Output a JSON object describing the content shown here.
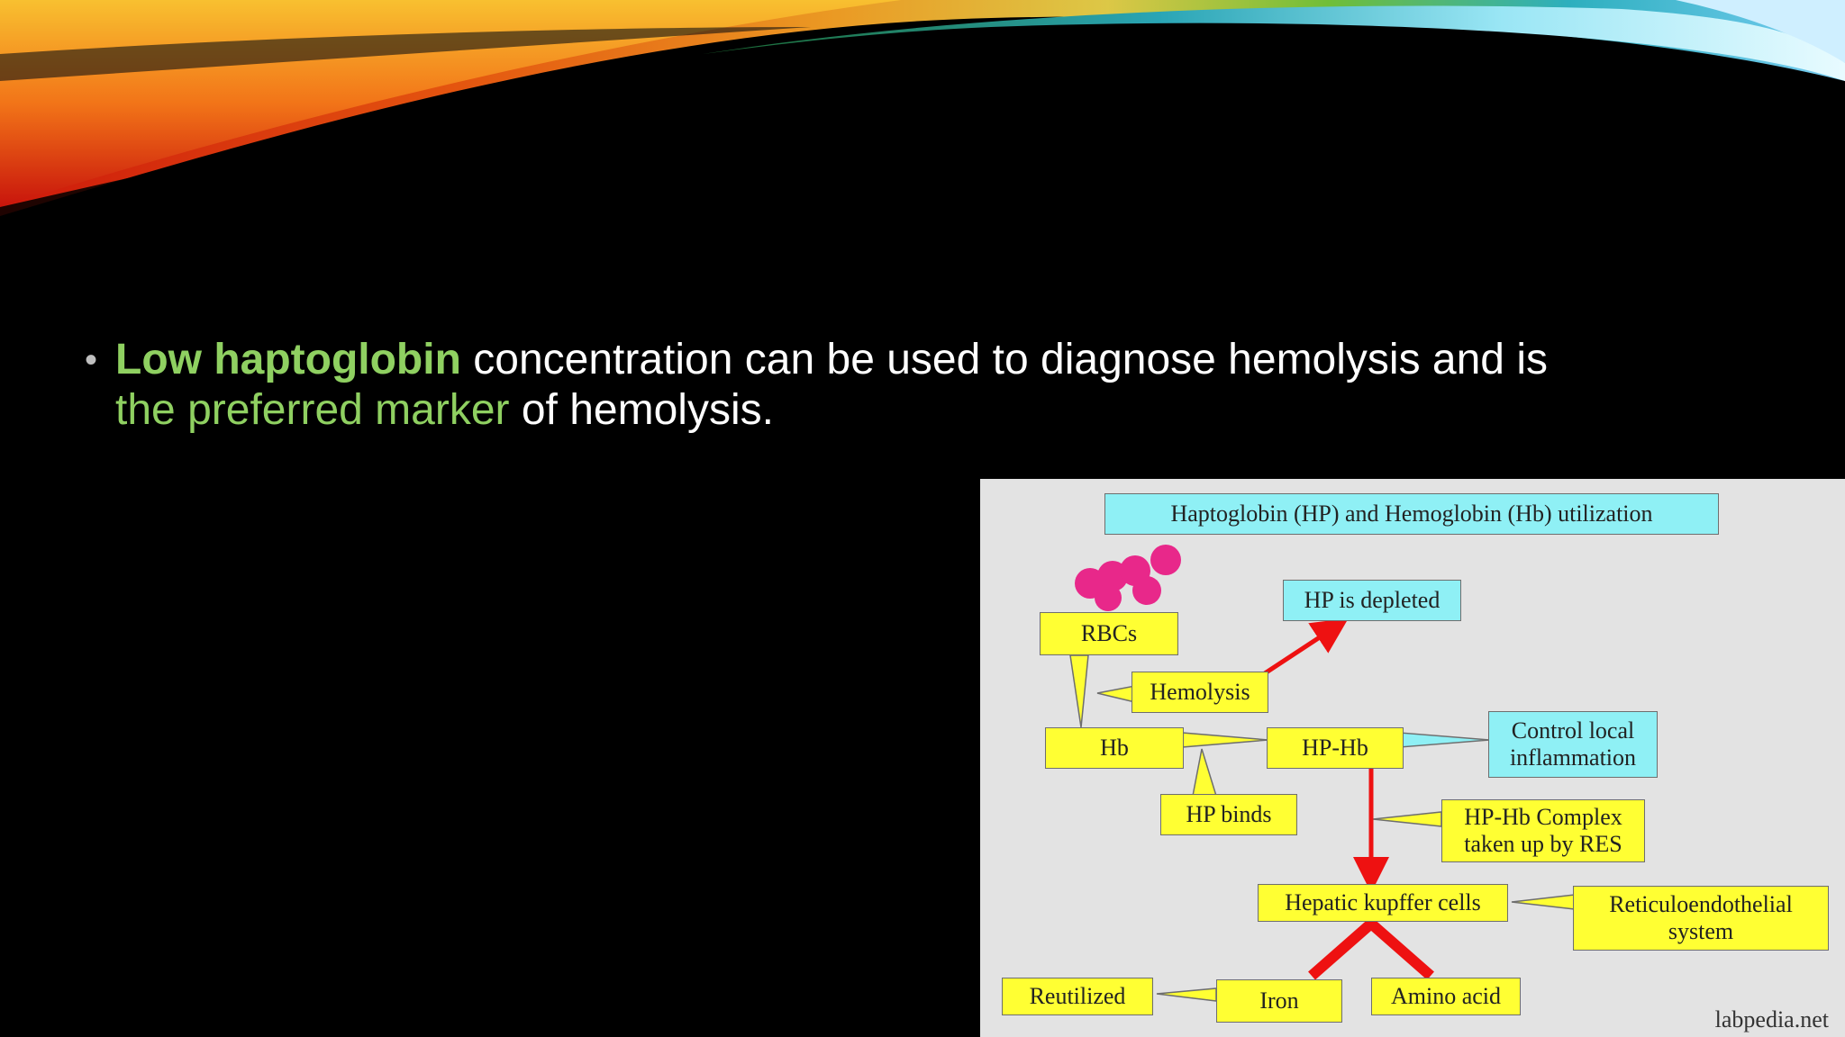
{
  "bullet": {
    "seg1": "Low haptoglobin",
    "seg2": " concentration can be used to diagnose hemolysis and is",
    "seg3": "the preferred marker",
    "seg4": " of hemolysis."
  },
  "diagram": {
    "title": "Haptoglobin (HP) and Hemoglobin (Hb) utilization",
    "rbcs": "RBCs",
    "hp_depleted": "HP is depleted",
    "hemolysis": "Hemolysis",
    "hb": "Hb",
    "hp_hb": "HP-Hb",
    "control_line1": "Control local",
    "control_line2": "inflammation",
    "hp_binds": "HP binds",
    "complex_line1": "HP-Hb Complex",
    "complex_line2": "taken up by RES",
    "hepatic": "Hepatic kupffer cells",
    "reticulo_line1": "Reticuloendothelial",
    "reticulo_line2": "system",
    "reutilized": "Reutilized",
    "iron": "Iron",
    "amino": "Amino acid",
    "credit": "labpedia.net"
  },
  "colors": {
    "accent_green": "#8fd061",
    "box_yellow": "#ffff33",
    "box_cyan": "#8ff0f5",
    "arrow_red": "#ee1111",
    "cell_magenta": "#e8288a"
  }
}
